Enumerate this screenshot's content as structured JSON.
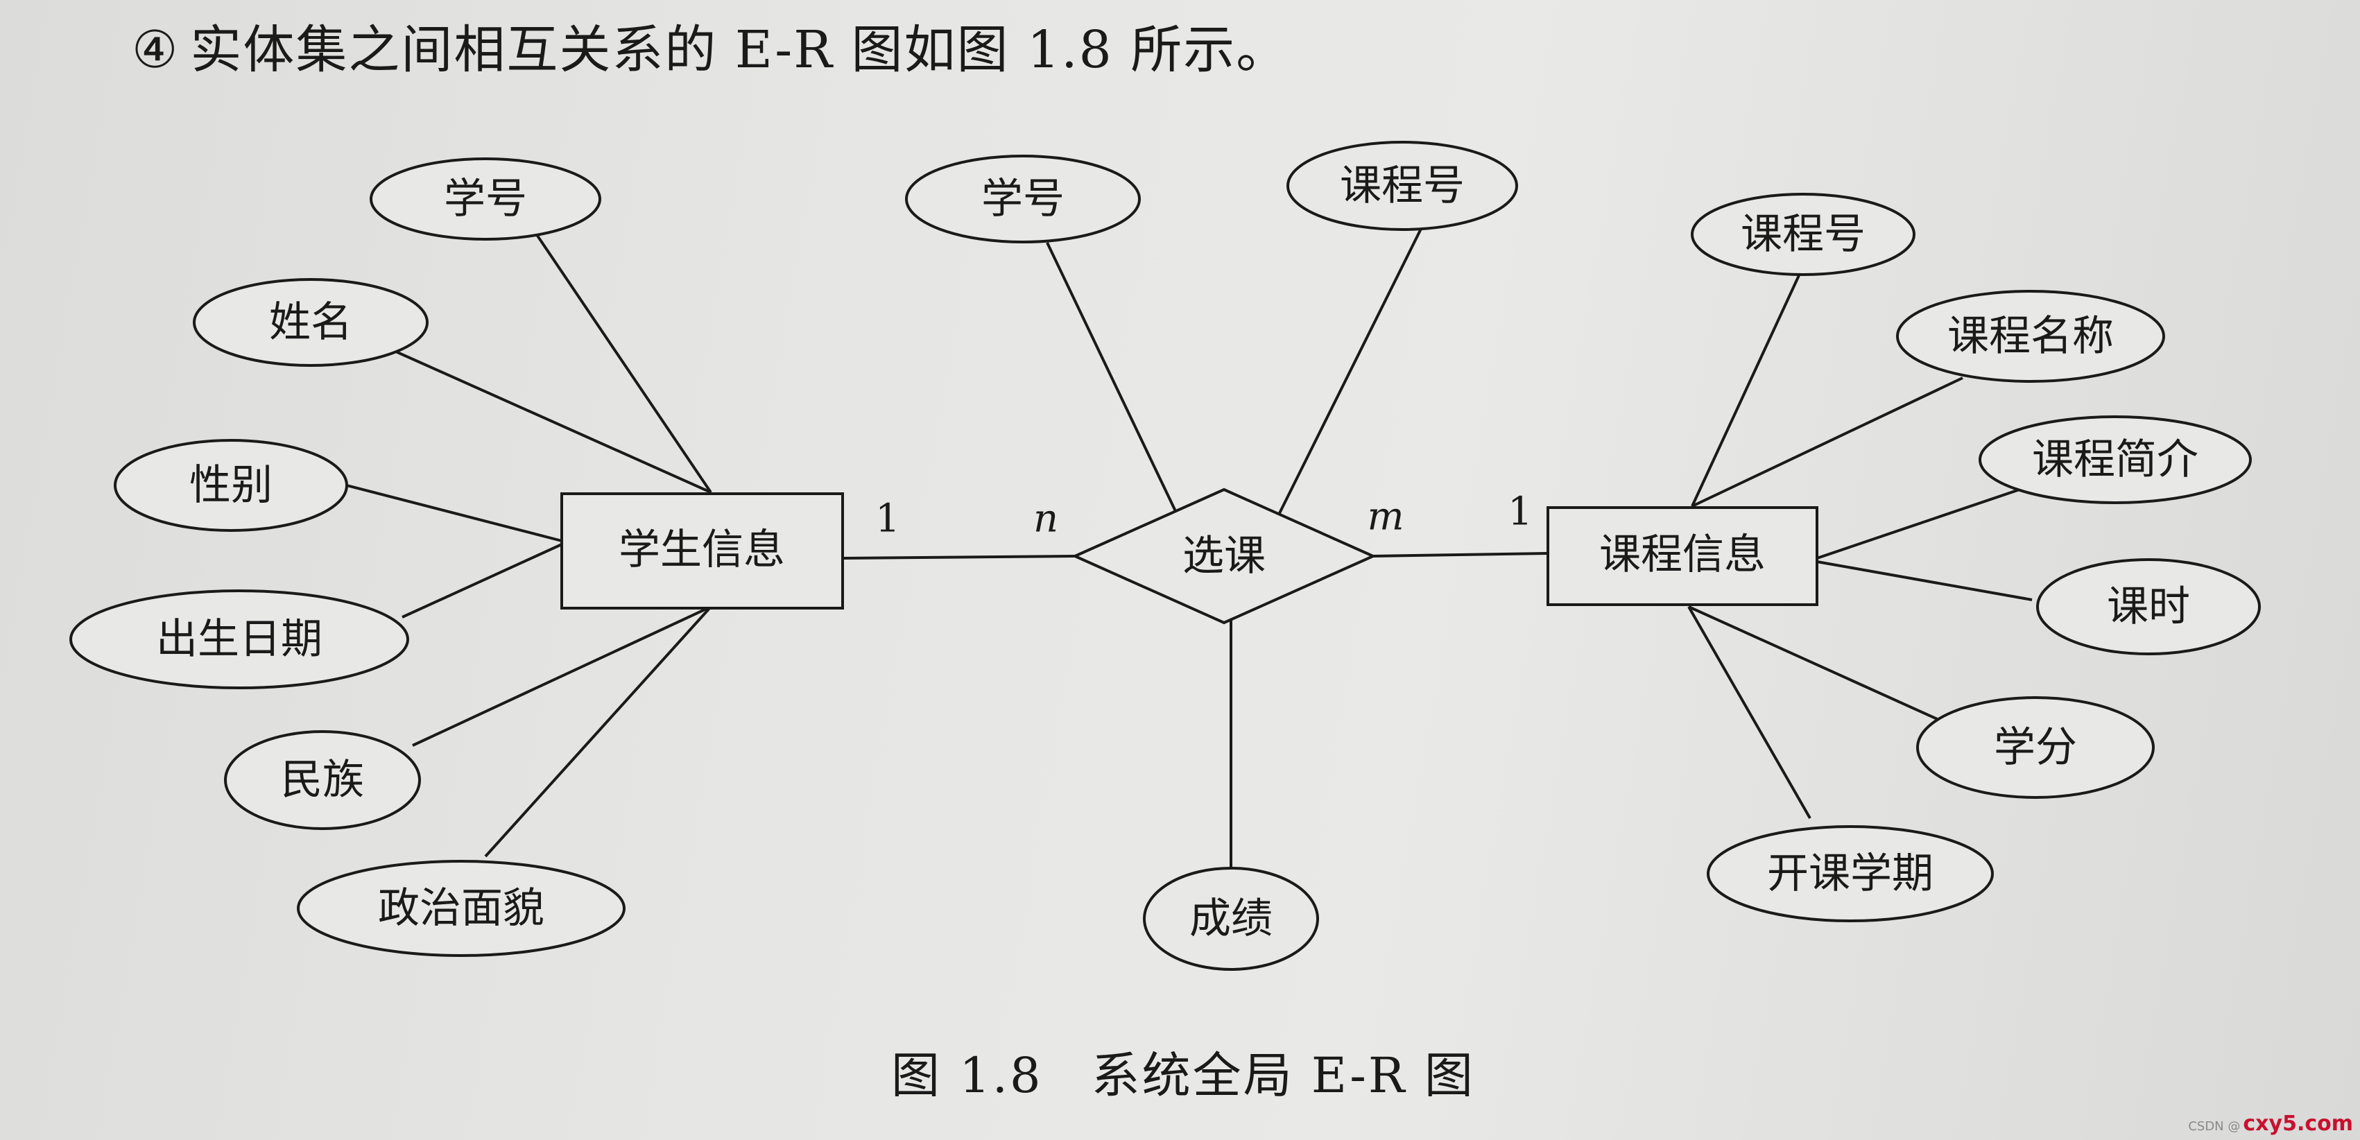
{
  "heading": {
    "marker": "④",
    "text": "实体集之间相互关系的 E-R 图如图 1.8 所示。"
  },
  "entities": [
    {
      "id": "student",
      "label": "学生信息"
    },
    {
      "id": "course",
      "label": "课程信息"
    }
  ],
  "relationship": {
    "id": "enroll",
    "label": "选课"
  },
  "cardinalities": [
    {
      "id": "student-side",
      "label": "1"
    },
    {
      "id": "rel-left",
      "label": "n"
    },
    {
      "id": "rel-right",
      "label": "m"
    },
    {
      "id": "course-side",
      "label": "1"
    }
  ],
  "attributes": [
    {
      "id": "s-xuehao",
      "label": "学号",
      "owner": "student"
    },
    {
      "id": "s-xingming",
      "label": "姓名",
      "owner": "student"
    },
    {
      "id": "s-xingbie",
      "label": "性别",
      "owner": "student"
    },
    {
      "id": "s-chusheng",
      "label": "出生日期",
      "owner": "student"
    },
    {
      "id": "s-minzu",
      "label": "民族",
      "owner": "student"
    },
    {
      "id": "s-zhengzhi",
      "label": "政治面貌",
      "owner": "student"
    },
    {
      "id": "r-xuehao",
      "label": "学号",
      "owner": "enroll"
    },
    {
      "id": "r-kechenghao",
      "label": "课程号",
      "owner": "enroll"
    },
    {
      "id": "r-chengji",
      "label": "成绩",
      "owner": "enroll"
    },
    {
      "id": "c-kechenghao",
      "label": "课程号",
      "owner": "course"
    },
    {
      "id": "c-mingcheng",
      "label": "课程名称",
      "owner": "course"
    },
    {
      "id": "c-jianjie",
      "label": "课程简介",
      "owner": "course"
    },
    {
      "id": "c-keshi",
      "label": "课时",
      "owner": "course"
    },
    {
      "id": "c-xuefen",
      "label": "学分",
      "owner": "course"
    },
    {
      "id": "c-xueqi",
      "label": "开课学期",
      "owner": "course"
    }
  ],
  "caption": {
    "number": "图 1.8",
    "title": "系统全局 E-R 图"
  },
  "watermark": {
    "small": "CSDN @",
    "site": "cxy5.com"
  },
  "colors": {
    "ink": "#1a1a1a",
    "paper": "#e6e6e4",
    "watermark": "#c8102e"
  }
}
